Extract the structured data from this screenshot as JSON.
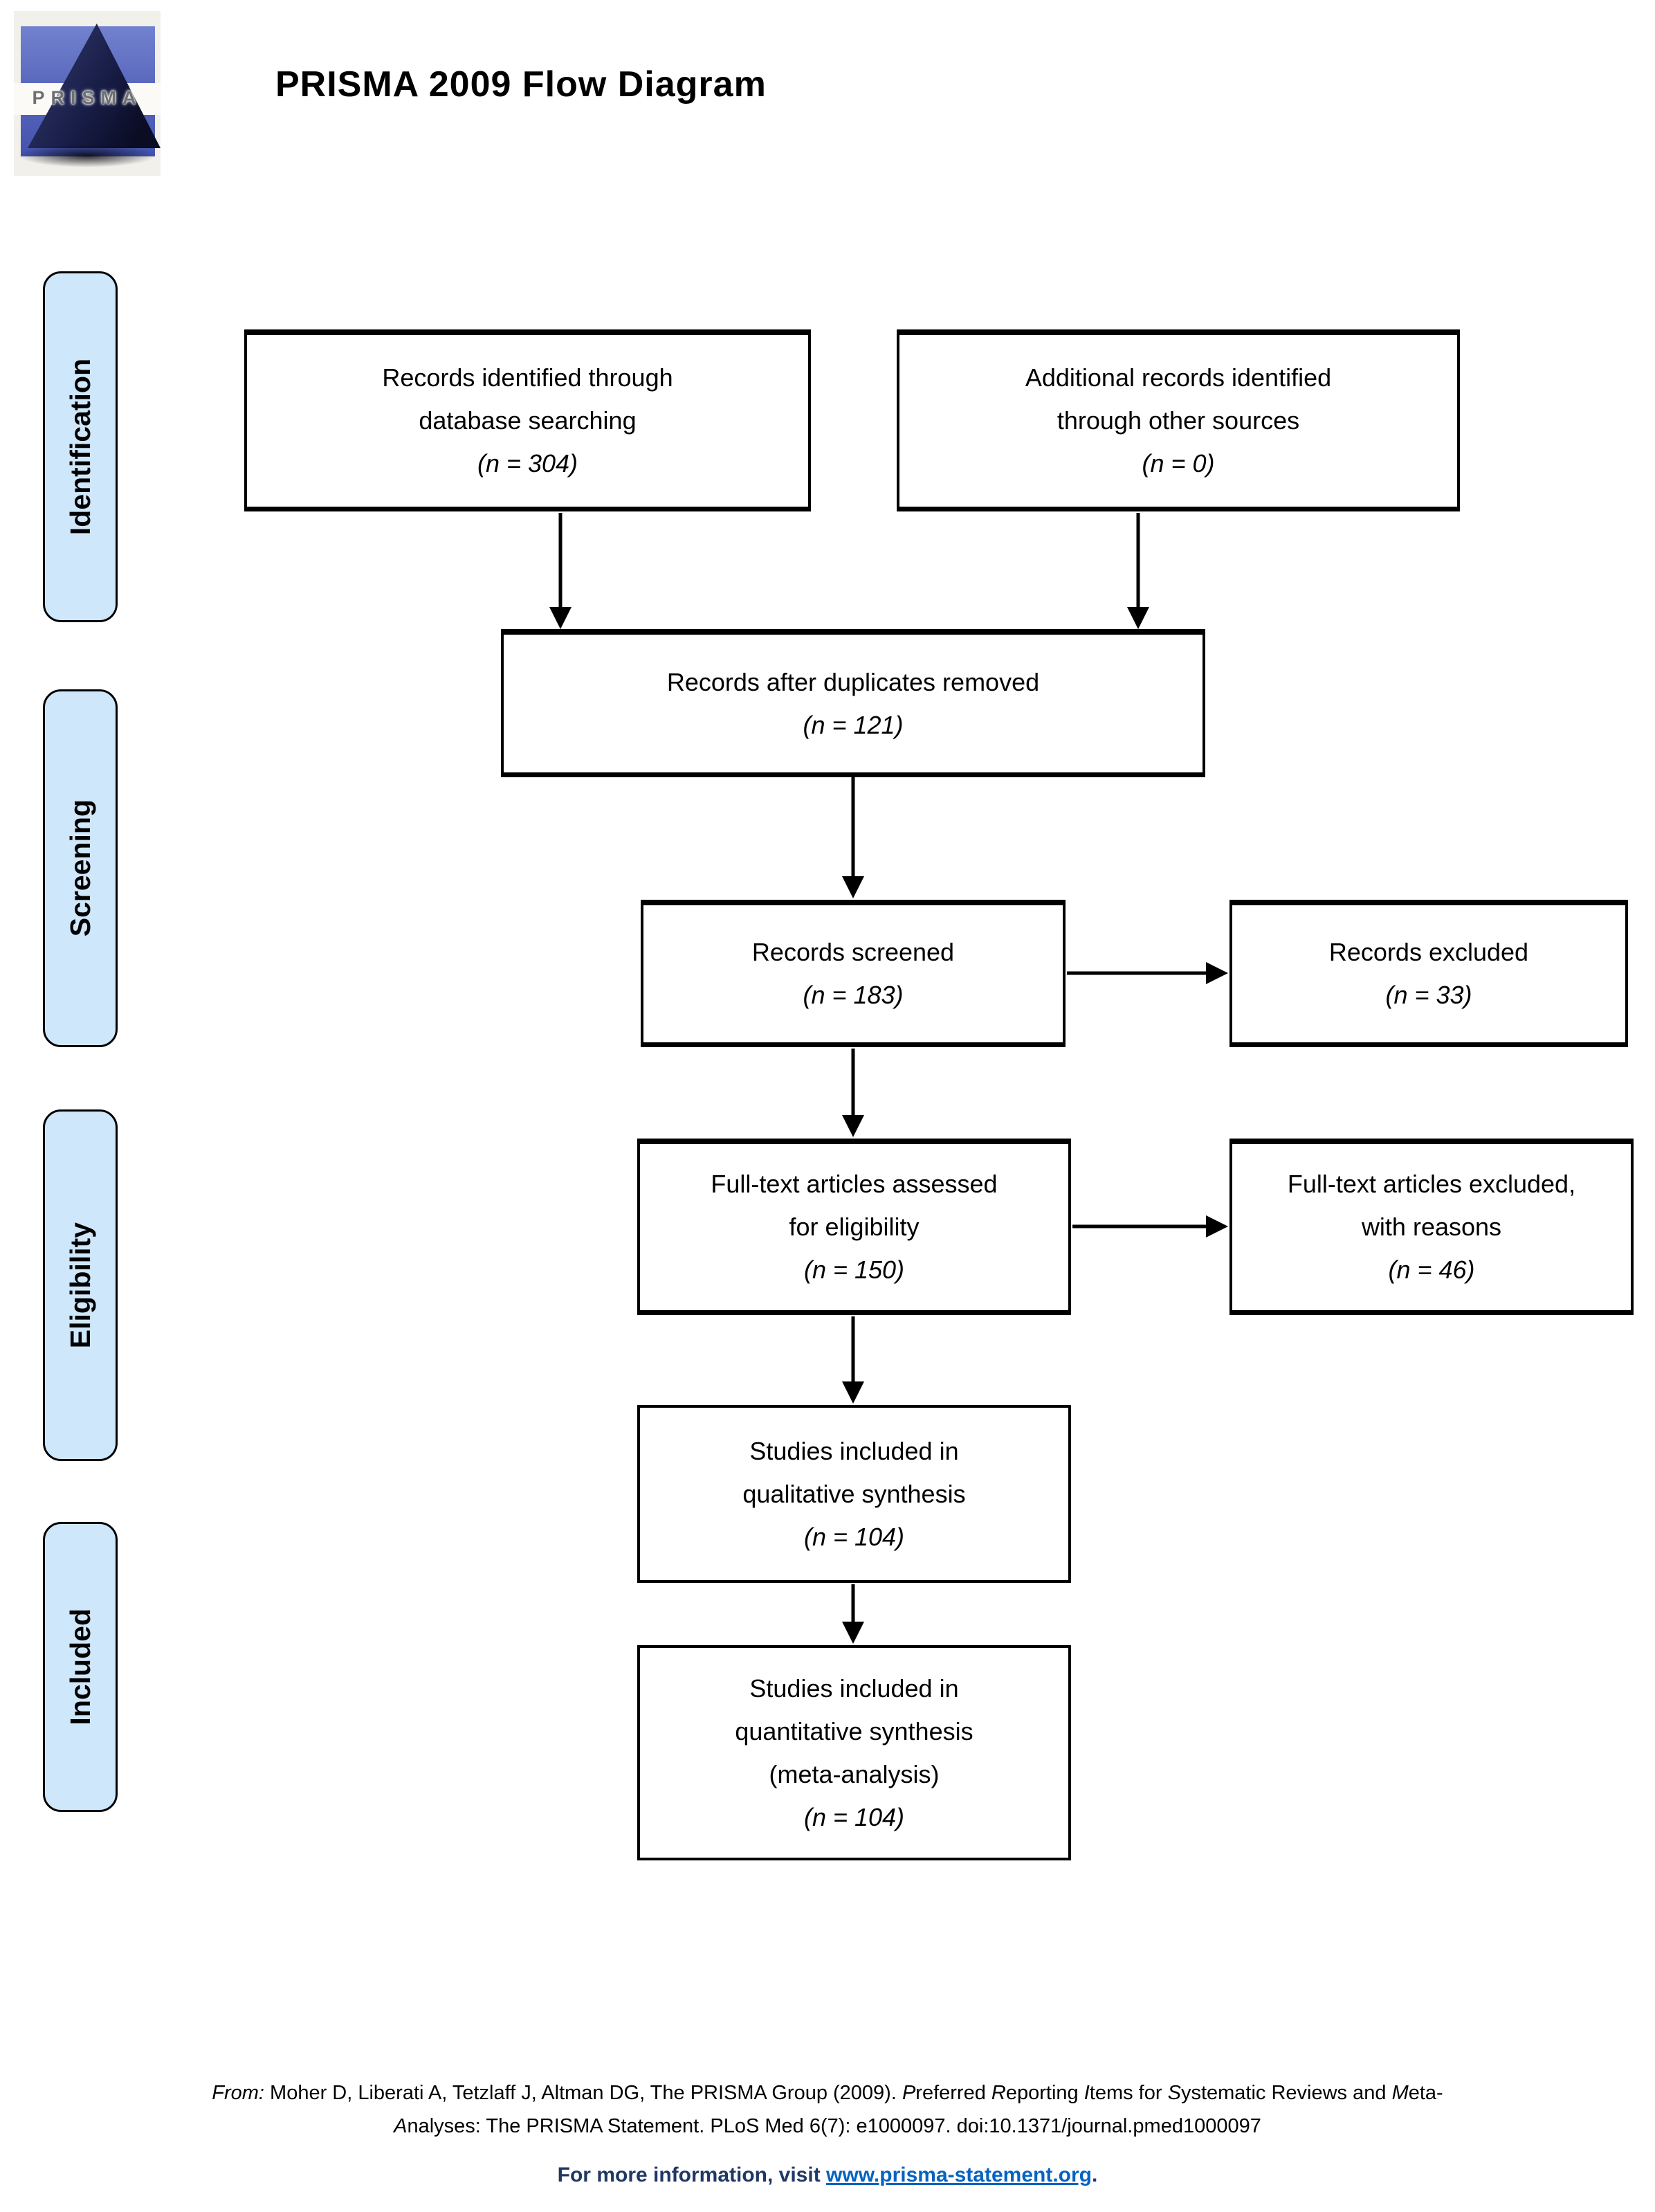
{
  "header": {
    "title": "PRISMA 2009 Flow Diagram",
    "logo_text": "PRISMA"
  },
  "stage_labels": [
    {
      "label": "Identification"
    },
    {
      "label": "Screening"
    },
    {
      "label": "Eligibility"
    },
    {
      "label": "Included"
    }
  ],
  "boxes": {
    "identified": {
      "lines": [
        "Records identified through",
        "database searching"
      ],
      "n": "(n = 304)"
    },
    "additional": {
      "lines": [
        "Additional records identified",
        "through other sources"
      ],
      "n": "(n = 0)"
    },
    "deduplicated": {
      "lines": [
        "Records after duplicates removed"
      ],
      "n": "(n = 121)"
    },
    "screened": {
      "lines": [
        "Records screened"
      ],
      "n": "(n = 183)"
    },
    "excluded": {
      "lines": [
        "Records excluded"
      ],
      "n": "(n = 33)"
    },
    "fulltext": {
      "lines": [
        "Full-text articles assessed",
        "for eligibility"
      ],
      "n": "(n = 150)"
    },
    "fulltext_excluded": {
      "lines": [
        "Full-text articles excluded,",
        "with reasons"
      ],
      "n": "(n = 46)"
    },
    "qualitative": {
      "lines": [
        "Studies included in",
        "qualitative synthesis"
      ],
      "n": "(n = 104)"
    },
    "quantitative": {
      "lines": [
        "Studies included in",
        "quantitative synthesis",
        "(meta-analysis)"
      ],
      "n": "(n = 104)"
    }
  },
  "footer": {
    "citation_segments": [
      {
        "text": "From:",
        "italic": true
      },
      {
        "text": "  Moher D, Liberati A, Tetzlaff J, Altman DG, The PRISMA Group (2009). ",
        "italic": false
      },
      {
        "text": "P",
        "italic": true
      },
      {
        "text": "referred ",
        "italic": false
      },
      {
        "text": "R",
        "italic": true
      },
      {
        "text": "eporting ",
        "italic": false
      },
      {
        "text": "I",
        "italic": true
      },
      {
        "text": "tems for ",
        "italic": false
      },
      {
        "text": "S",
        "italic": true
      },
      {
        "text": "ystematic Reviews and ",
        "italic": false
      },
      {
        "text": "M",
        "italic": true
      },
      {
        "text": "eta-",
        "italic": false
      },
      {
        "text": "A",
        "italic": true
      },
      {
        "text": "nalyses: The PRISMA Statement. PLoS Med 6(7): e1000097. doi:10.1371/journal.pmed1000097",
        "italic": false
      }
    ],
    "info_prefix": "For more information, visit ",
    "link_text": "www.prisma-statement.org",
    "info_suffix": "."
  },
  "colors": {
    "stage_pill_fill": "#cfe7fa",
    "link": "#0563c1",
    "info_text": "#1f3864"
  }
}
